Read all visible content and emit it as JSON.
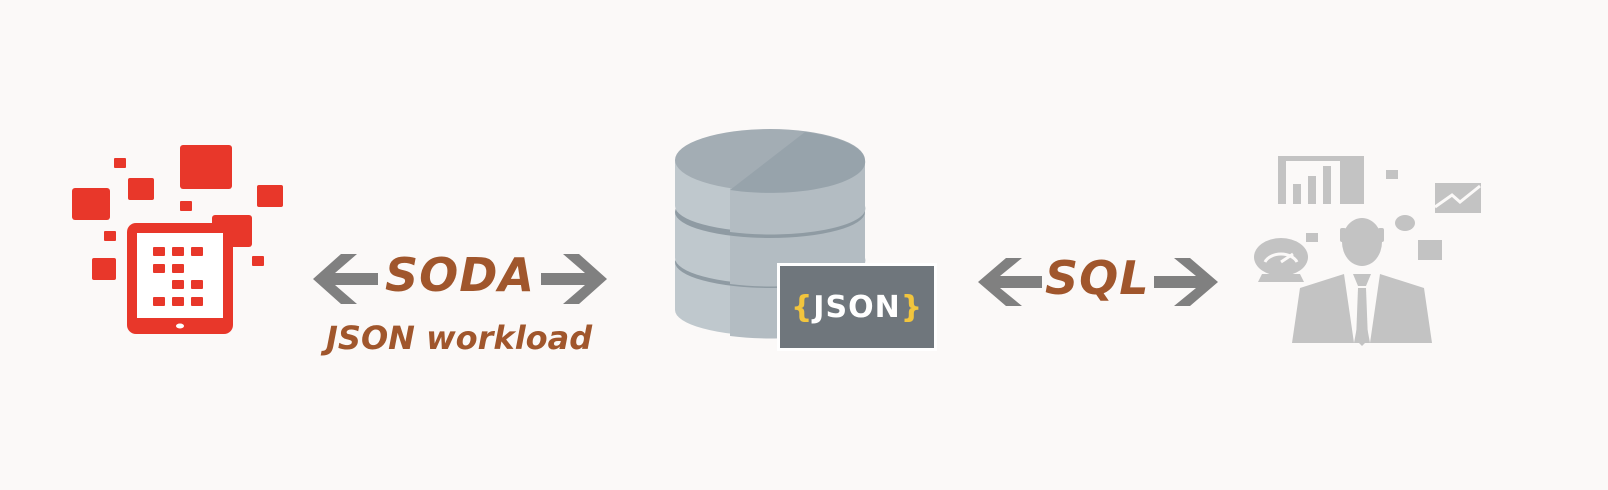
{
  "labels": {
    "soda": "SODA",
    "workload": "JSON workload",
    "sql": "SQL",
    "json_badge": {
      "open_brace": "{",
      "text": "JSON",
      "close_brace": "}"
    }
  },
  "icons": {
    "device": "tablet-with-pixel-squares-icon",
    "database": "database-icon",
    "analyst": "business-analyst-with-charts-icon",
    "arrows": "double-headed-arrow-icon"
  },
  "colors": {
    "background": "#fbf9f8",
    "device_red": "#e8372a",
    "label_brown": "#a0562c",
    "arrow_gray": "#808080",
    "database_gray": "#b9c1c6",
    "badge_gray": "#6f767c",
    "brace_yellow": "#f2c53d",
    "analyst_gray": "#c3c3c3"
  }
}
